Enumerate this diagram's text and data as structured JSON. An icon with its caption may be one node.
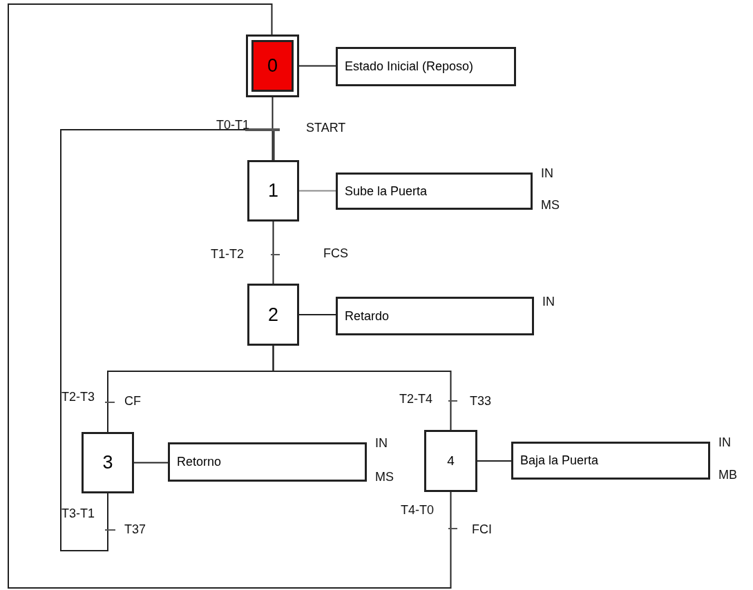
{
  "diagram": {
    "nodes": [
      {
        "text": [
          "0"
        ]
      },
      {
        "text": [
          "Estado Inicial (Reposo)"
        ]
      },
      {
        "text": [
          "1"
        ]
      },
      {
        "text": [
          "Sube la Puerta"
        ],
        "beside": [
          "IN",
          "MS"
        ]
      },
      {
        "text": [
          "2"
        ]
      },
      {
        "text": [
          "Retardo"
        ],
        "beside": [
          "IN"
        ]
      },
      {
        "text": [
          "3"
        ]
      },
      {
        "text": [
          "Retorno"
        ],
        "beside": [
          "IN",
          "MS"
        ]
      },
      {
        "text": [
          "4"
        ]
      },
      {
        "text": [
          "Baja la Puerta"
        ],
        "beside": [
          "IN",
          "MB"
        ]
      }
    ],
    "edges": [
      {
        "from": 0,
        "to": 1,
        "arrow": "none"
      },
      {
        "from": 0,
        "to": 2,
        "arrow": "none"
      },
      {
        "from": 2,
        "to": 3,
        "arrow": "none",
        "color": "#8c8c8c"
      },
      {
        "from": 2,
        "to": 4,
        "arrow": "none"
      },
      {
        "from": 4,
        "to": 5,
        "arrow": "none"
      },
      {
        "from": 4,
        "to": 6,
        "arrow": "none"
      },
      {
        "from": 4,
        "to": 8,
        "arrow": "none"
      },
      {
        "from": 6,
        "to": 7,
        "arrow": "none"
      },
      {
        "from": 6,
        "to": 2,
        "arrow": "none"
      },
      {
        "from": 8,
        "to": 9,
        "arrow": "none"
      },
      {
        "from": 8,
        "to": 0,
        "arrow": "none"
      }
    ],
    "labels": [
      "T0-T1",
      "START",
      "T1-T2",
      "FCS",
      "T2-T3",
      "CF",
      "T2-T4",
      "T33",
      "T3-T1",
      "T37",
      "T4-T0",
      "FCI"
    ]
  }
}
